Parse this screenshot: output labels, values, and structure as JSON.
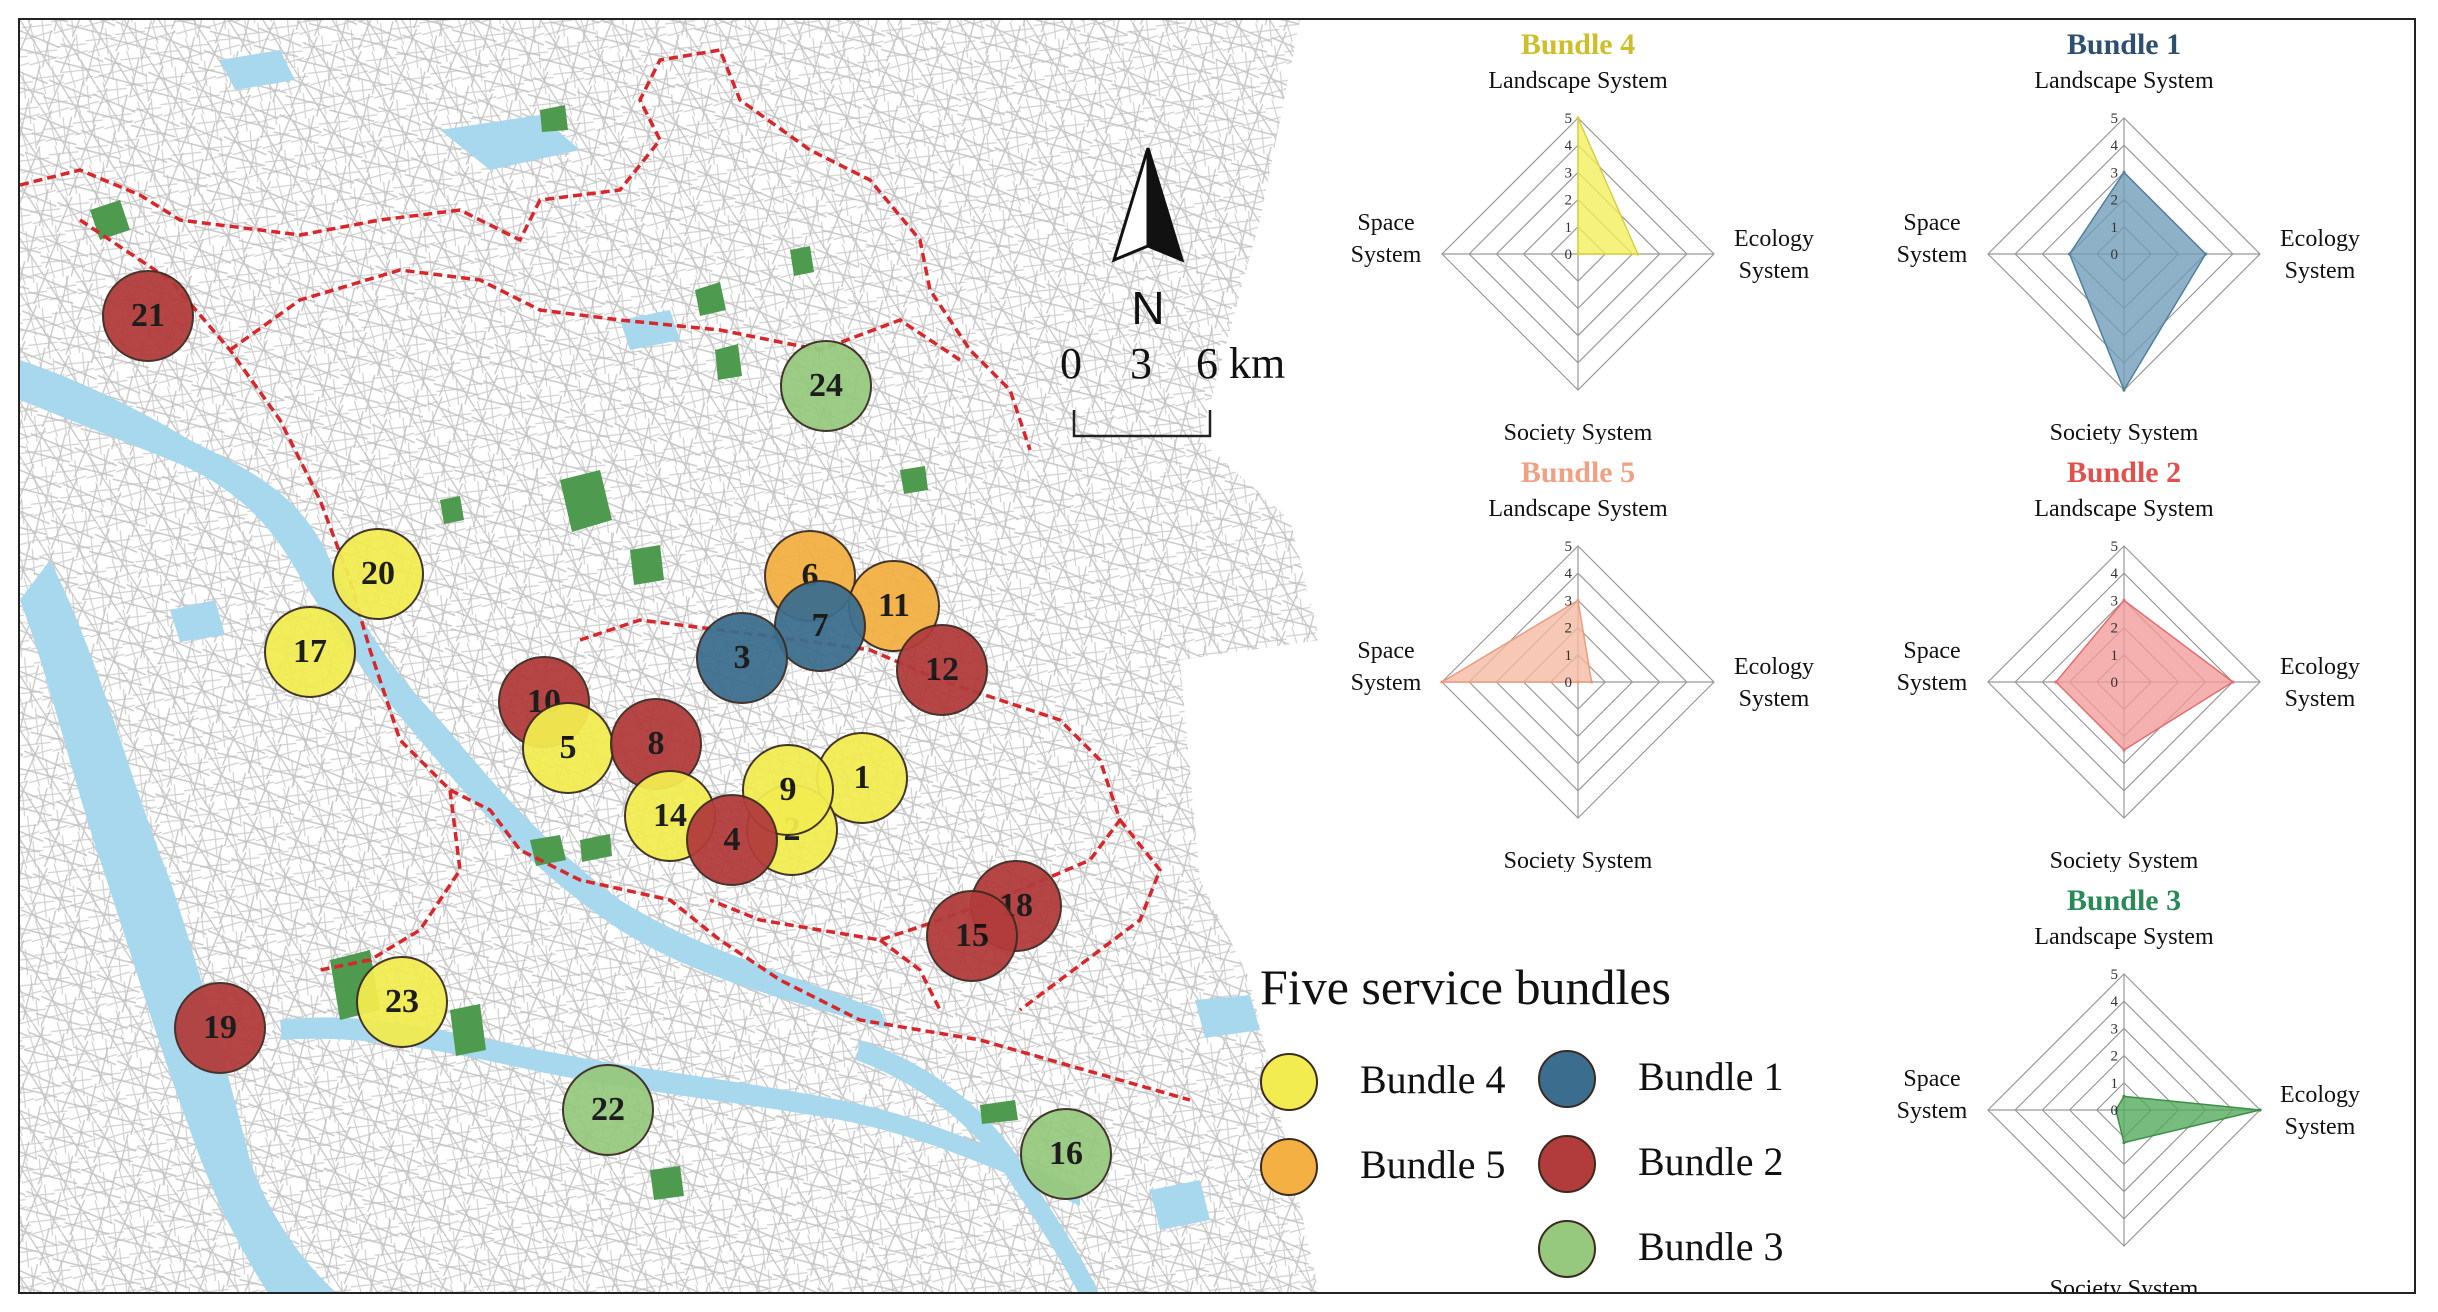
{
  "map": {
    "north_label": "N",
    "scale_labels": [
      "0",
      "3",
      "6 km"
    ],
    "markers": [
      {
        "id": "21",
        "bundle": "Bundle 2"
      },
      {
        "id": "24",
        "bundle": "Bundle 3"
      },
      {
        "id": "20",
        "bundle": "Bundle 4"
      },
      {
        "id": "17",
        "bundle": "Bundle 4"
      },
      {
        "id": "6",
        "bundle": "Bundle 5"
      },
      {
        "id": "11",
        "bundle": "Bundle 5"
      },
      {
        "id": "7",
        "bundle": "Bundle 1"
      },
      {
        "id": "3",
        "bundle": "Bundle 1"
      },
      {
        "id": "12",
        "bundle": "Bundle 2"
      },
      {
        "id": "10",
        "bundle": "Bundle 2"
      },
      {
        "id": "5",
        "bundle": "Bundle 4"
      },
      {
        "id": "8",
        "bundle": "Bundle 2"
      },
      {
        "id": "1",
        "bundle": "Bundle 4"
      },
      {
        "id": "2",
        "bundle": "Bundle 4"
      },
      {
        "id": "9",
        "bundle": "Bundle 4"
      },
      {
        "id": "14",
        "bundle": "Bundle 4"
      },
      {
        "id": "4",
        "bundle": "Bundle 2"
      },
      {
        "id": "18",
        "bundle": "Bundle 2"
      },
      {
        "id": "15",
        "bundle": "Bundle 2"
      },
      {
        "id": "23",
        "bundle": "Bundle 4"
      },
      {
        "id": "19",
        "bundle": "Bundle 2"
      },
      {
        "id": "22",
        "bundle": "Bundle 3"
      },
      {
        "id": "16",
        "bundle": "Bundle 3"
      }
    ]
  },
  "colors": {
    "Bundle 1": "#3b6e8e",
    "Bundle 2": "#b23b3b",
    "Bundle 3": "#96c97e",
    "Bundle 4": "#f2ec50",
    "Bundle 5": "#f4b042",
    "boundary": "#d9262a",
    "water": "#a8d8ee",
    "green": "#4e9a4e"
  },
  "legend": {
    "title": "Five service bundles",
    "items": [
      {
        "label": "Bundle 4",
        "bundle": "Bundle 4"
      },
      {
        "label": "Bundle 1",
        "bundle": "Bundle 1"
      },
      {
        "label": "Bundle 5",
        "bundle": "Bundle 5"
      },
      {
        "label": "Bundle 2",
        "bundle": "Bundle 2"
      },
      {
        "label": "Bundle 3",
        "bundle": "Bundle 3"
      }
    ]
  },
  "chart_data": [
    {
      "type": "radar",
      "title": "Bundle 4",
      "title_color": "#cdbf2a",
      "fill": "#f2ee5a",
      "stroke": "#d8d040",
      "axes": [
        "Landscape System",
        "Ecology System",
        "Society System",
        "Space System"
      ],
      "ticks": [
        "0",
        "1",
        "2",
        "3",
        "4",
        "5"
      ],
      "range": [
        0,
        5
      ],
      "values": [
        5,
        2.2,
        0,
        0
      ]
    },
    {
      "type": "radar",
      "title": "Bundle 1",
      "title_color": "#2d5070",
      "fill": "#6e9bb8",
      "stroke": "#4f7f9f",
      "axes": [
        "Landscape System",
        "Ecology System",
        "Society System",
        "Space System"
      ],
      "ticks": [
        "0",
        "1",
        "2",
        "3",
        "4",
        "5"
      ],
      "range": [
        0,
        5
      ],
      "values": [
        3,
        3,
        5,
        2
      ]
    },
    {
      "type": "radar",
      "title": "Bundle 5",
      "title_color": "#f2a083",
      "fill": "#f6b9a2",
      "stroke": "#ec9a7c",
      "axes": [
        "Landscape System",
        "Ecology System",
        "Society System",
        "Space System"
      ],
      "ticks": [
        "0",
        "1",
        "2",
        "3",
        "4",
        "5"
      ],
      "range": [
        0,
        5
      ],
      "values": [
        3,
        0.5,
        0,
        5
      ]
    },
    {
      "type": "radar",
      "title": "Bundle 2",
      "title_color": "#e2504e",
      "fill": "#f29a9a",
      "stroke": "#e46d6d",
      "axes": [
        "Landscape System",
        "Ecology System",
        "Society System",
        "Space System"
      ],
      "ticks": [
        "0",
        "1",
        "2",
        "3",
        "4",
        "5"
      ],
      "range": [
        0,
        5
      ],
      "values": [
        3,
        4,
        2.5,
        2.5
      ]
    },
    {
      "type": "radar",
      "title": "Bundle 3",
      "title_color": "#2a8a55",
      "fill": "#52a85a",
      "stroke": "#3c8f46",
      "axes": [
        "Landscape System",
        "Ecology System",
        "Society System",
        "Space System"
      ],
      "ticks": [
        "0",
        "1",
        "2",
        "3",
        "4",
        "5"
      ],
      "range": [
        0,
        5
      ],
      "values": [
        0.5,
        5,
        1.2,
        0.3
      ]
    }
  ]
}
